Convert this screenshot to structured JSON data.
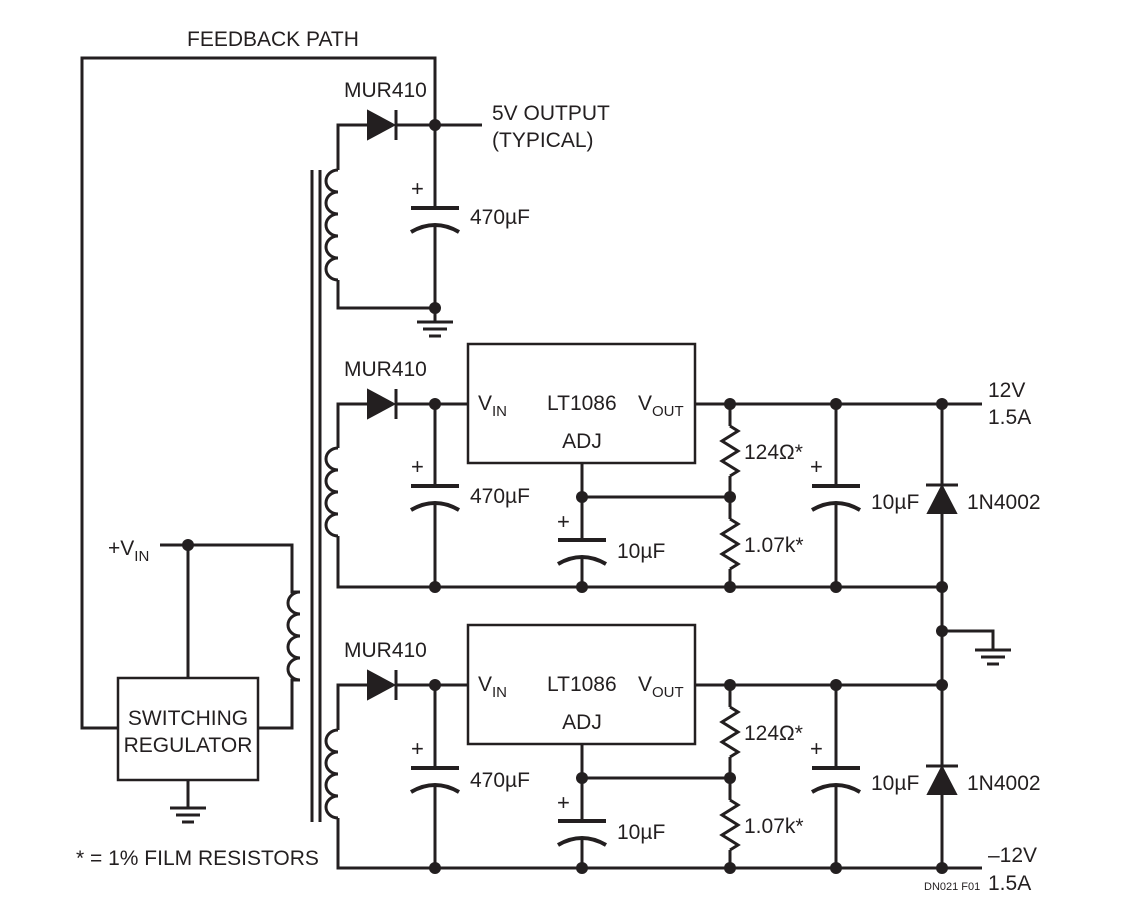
{
  "labels": {
    "feedback_path": "FEEDBACK PATH",
    "output_5v_line1": "5V OUTPUT",
    "output_5v_line2": "(TYPICAL)",
    "vin_prefix": "+V",
    "vin_sub": "IN",
    "footnote": "* = 1% FILM RESISTORS",
    "figure_id": "DN021 F01"
  },
  "switching_regulator": {
    "line1": "SWITCHING",
    "line2": "REGULATOR"
  },
  "stage_5v": {
    "diode": "MUR410",
    "capacitor": "470µF"
  },
  "stage_12v": {
    "diode": "MUR410",
    "input_cap": "470µF",
    "regulator": "LT1086",
    "pin_vin": "V",
    "pin_vin_sub": "IN",
    "pin_vout": "V",
    "pin_vout_sub": "OUT",
    "pin_adj": "ADJ",
    "adj_cap": "10µF",
    "r_top": "124Ω*",
    "r_bottom": "1.07k*",
    "output_cap": "10µF",
    "clamp_diode": "1N4002",
    "output_line1": "12V",
    "output_line2": "1.5A"
  },
  "stage_neg12v": {
    "diode": "MUR410",
    "input_cap": "470µF",
    "regulator": "LT1086",
    "pin_vin": "V",
    "pin_vin_sub": "IN",
    "pin_vout": "V",
    "pin_vout_sub": "OUT",
    "pin_adj": "ADJ",
    "adj_cap": "10µF",
    "r_top": "124Ω*",
    "r_bottom": "1.07k*",
    "output_cap": "10µF",
    "clamp_diode": "1N4002",
    "output_line1": "–12V",
    "output_line2": "1.5A"
  }
}
